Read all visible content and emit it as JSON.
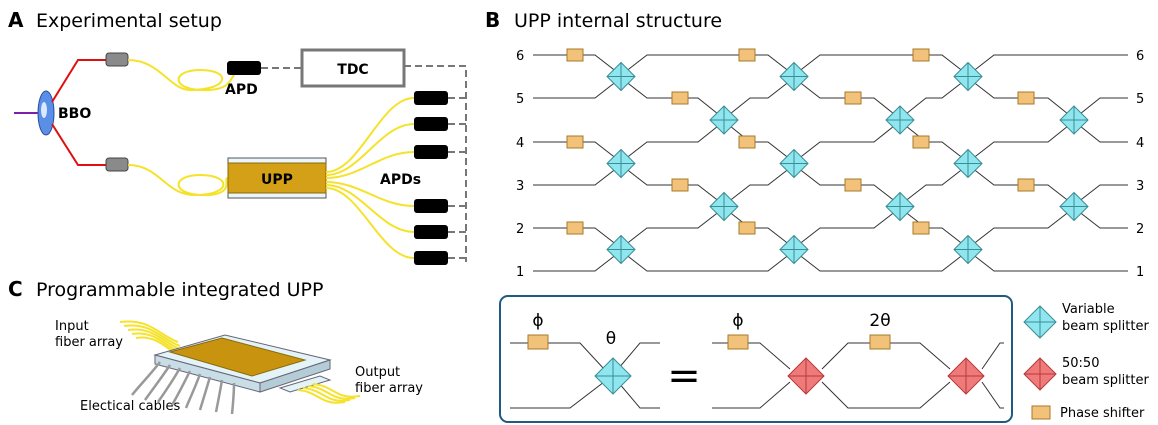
{
  "panels": {
    "a": {
      "letter": "A",
      "title": "Experimental setup",
      "labels": {
        "bbo": "BBO",
        "apd": "APD",
        "tdc": "TDC",
        "upp": "UPP",
        "apds": "APDs"
      }
    },
    "b": {
      "letter": "B",
      "title": "UPP internal structure",
      "ports": [
        "1",
        "2",
        "3",
        "4",
        "5",
        "6"
      ],
      "legend": {
        "vbs_line1": "Variable",
        "vbs_line2": "beam splitter",
        "bs_line1": "50:50",
        "bs_line2": "beam splitter",
        "ps": "Phase shifter"
      },
      "inset": {
        "phi": "ϕ",
        "theta": "θ",
        "equals": "=",
        "two_theta": "2θ"
      }
    },
    "c": {
      "letter": "C",
      "title": "Programmable integrated UPP",
      "labels": {
        "input1": "Input",
        "input2": "fiber array",
        "output1": "Output",
        "output2": "fiber array",
        "cables": "Electical cables"
      }
    }
  },
  "colors": {
    "beam_splitter": "#8fe6ef",
    "bs_5050": "#f07a7a",
    "phase_shifter": "#f2c27a",
    "upp_chip": "#d4a017",
    "fiber": "#f5e22a",
    "pump": "#e01010",
    "inset_border": "#1f5a80"
  }
}
